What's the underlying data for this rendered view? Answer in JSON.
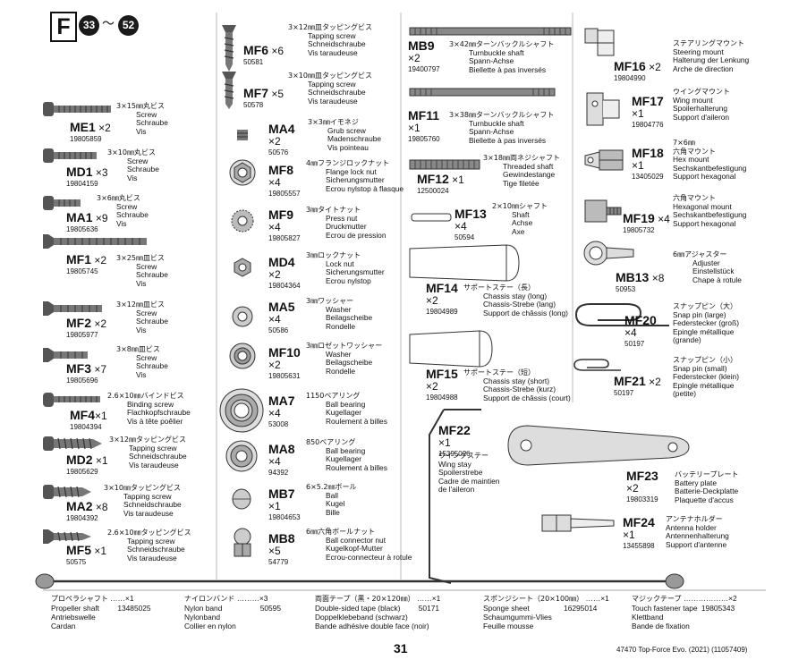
{
  "header": {
    "letter": "F",
    "step_from": "33",
    "tilde": "～",
    "step_to": "52"
  },
  "parts": {
    "mf6": {
      "code": "MF6",
      "qty": "×6",
      "num": "50581",
      "jp": "3×12㎜皿タッピングビス",
      "en": "Tapping screw",
      "de": "Schneidschraube",
      "fr": "Vis taraudeuse"
    },
    "mf7": {
      "code": "MF7",
      "qty": "×5",
      "num": "50578",
      "jp": "3×10㎜皿タッピングビス",
      "en": "Tapping screw",
      "de": "Schneidschraube",
      "fr": "Vis taraudeuse"
    },
    "me1": {
      "code": "ME1",
      "qty": "×2",
      "num": "19805859",
      "jp": "3×15㎜丸ビス",
      "en": "Screw",
      "de": "Schraube",
      "fr": "Vis"
    },
    "md1": {
      "code": "MD1",
      "qty": "×3",
      "num": "19804159",
      "jp": "3×10㎜丸ビス",
      "en": "Screw",
      "de": "Schraube",
      "fr": "Vis"
    },
    "ma1": {
      "code": "MA1",
      "qty": "×9",
      "num": "19805636",
      "jp": "3×6㎜丸ビス",
      "en": "Screw",
      "de": "Schraube",
      "fr": "Vis"
    },
    "mf1": {
      "code": "MF1",
      "qty": "×2",
      "num": "19805745",
      "jp": "3×25㎜皿ビス",
      "en": "Screw",
      "de": "Schraube",
      "fr": "Vis"
    },
    "mf2": {
      "code": "MF2",
      "qty": "×2",
      "num": "19805977",
      "jp": "3×12㎜皿ビス",
      "en": "Screw",
      "de": "Schraube",
      "fr": "Vis"
    },
    "mf3": {
      "code": "MF3",
      "qty": "×7",
      "num": "19805696",
      "jp": "3×8㎜皿ビス",
      "en": "Screw",
      "de": "Schraube",
      "fr": "Vis"
    },
    "mf4": {
      "code": "MF4",
      "qty": "×1",
      "num": "19804394",
      "jp": "2.6×10㎜バインドビス",
      "en": "Binding screw",
      "de": "Flachkopfschraube",
      "fr": "Vis à tête poêlier"
    },
    "md2": {
      "code": "MD2",
      "qty": "×1",
      "num": "19805629",
      "jp": "3×12㎜タッピングビス",
      "en": "Tapping screw",
      "de": "Schneidschraube",
      "fr": "Vis taraudeuse"
    },
    "ma2": {
      "code": "MA2",
      "qty": "×8",
      "num": "19804392",
      "jp": "3×10㎜タッピングビス",
      "en": "Tapping screw",
      "de": "Schneidschraube",
      "fr": "Vis taraudeuse"
    },
    "mf5": {
      "code": "MF5",
      "qty": "×1",
      "num": "50575",
      "jp": "2.6×10㎜タッピングビス",
      "en": "Tapping screw",
      "de": "Schneidschraube",
      "fr": "Vis taraudeuse"
    },
    "ma4": {
      "code": "MA4",
      "qty": "×2",
      "num": "50576",
      "jp": "3×3㎜イモネジ",
      "en": "Grub screw",
      "de": "Madenschraube",
      "fr": "Vis pointeau"
    },
    "mf8": {
      "code": "MF8",
      "qty": "×4",
      "num": "19805557",
      "jp": "4㎜フランジロックナット",
      "en": "Flange lock nut",
      "de": "Sicherungsmutter",
      "fr": "Ecrou nylstop à flasque"
    },
    "mf9": {
      "code": "MF9",
      "qty": "×4",
      "num": "19805827",
      "jp": "3㎜タイトナット",
      "en": "Press nut",
      "de": "Druckmutter",
      "fr": "Ecrou de pression"
    },
    "md4": {
      "code": "MD4",
      "qty": "×2",
      "num": "19804364",
      "jp": "3㎜ロックナット",
      "en": "Lock nut",
      "de": "Sicherungsmutter",
      "fr": "Ecrou nylstop"
    },
    "ma5": {
      "code": "MA5",
      "qty": "×4",
      "num": "50586",
      "jp": "3㎜ワッシャー",
      "en": "Washer",
      "de": "Beilagscheibe",
      "fr": "Rondelle"
    },
    "mf10": {
      "code": "MF10",
      "qty": "×2",
      "num": "19805631",
      "jp": "3㎜ロゼットワッシャー",
      "en": "Washer",
      "de": "Beilagscheibe",
      "fr": "Rondelle"
    },
    "ma7": {
      "code": "MA7",
      "qty": "×4",
      "num": "53008",
      "jp": "1150ベアリング",
      "en": "Ball bearing",
      "de": "Kugellager",
      "fr": "Roulement à billes"
    },
    "ma8": {
      "code": "MA8",
      "qty": "×4",
      "num": "94392",
      "jp": "850ベアリング",
      "en": "Ball bearing",
      "de": "Kugellager",
      "fr": "Roulement à billes"
    },
    "mb7": {
      "code": "MB7",
      "qty": "×1",
      "num": "19804653",
      "jp": "6×5.2㎜ボール",
      "en": "Ball",
      "de": "Kugel",
      "fr": "Bille"
    },
    "mb8": {
      "code": "MB8",
      "qty": "×5",
      "num": "54779",
      "jp": "6㎜六角ボールナット",
      "en": "Ball connector nut",
      "de": "Kugelkopf-Mutter",
      "fr": "Ecrou-connecteur à rotule"
    },
    "mb9": {
      "code": "MB9",
      "qty": "×2",
      "num": "19400797",
      "jp": "3×42㎜ターンバックルシャフト",
      "en": "Turnbuckle shaft",
      "de": "Spann-Achse",
      "fr": "Biellette à pas inversés"
    },
    "mf11": {
      "code": "MF11",
      "qty": "×1",
      "num": "19805760",
      "jp": "3×38㎜ターンバックルシャフト",
      "en": "Turnbuckle shaft",
      "de": "Spann-Achse",
      "fr": "Biellette à pas inversés"
    },
    "mf12": {
      "code": "MF12",
      "qty": "×1",
      "num": "12500024",
      "jp": "3×18㎜両ネジシャフト",
      "en": "Threaded shaft",
      "de": "Gewindestange",
      "fr": "Tige filetée"
    },
    "mf13": {
      "code": "MF13",
      "qty": "×4",
      "num": "50594",
      "jp": "2×10㎜シャフト",
      "en": "Shaft",
      "de": "Achse",
      "fr": "Axe"
    },
    "mf14": {
      "code": "MF14",
      "qty": "×2",
      "num": "19804989",
      "jp": "サポートステー（長）",
      "en": "Chassis stay (long)",
      "de": "Chassis-Strebe (lang)",
      "fr": "Support de châssis (long)"
    },
    "mf15": {
      "code": "MF15",
      "qty": "×2",
      "num": "19804988",
      "jp": "サポートステー（短）",
      "en": "Chassis stay (short)",
      "de": "Chassis-Strebe (kurz)",
      "fr": "Support de châssis (court)"
    },
    "mf22": {
      "code": "MF22",
      "qty": "×1",
      "num": "15395026",
      "jp": "ウイングステー",
      "en": "Wing stay",
      "de": "Spoilerstrebe",
      "fr1": "Cadre de maintien",
      "fr2": "de l'aileron"
    },
    "mf16": {
      "code": "MF16",
      "qty": "×2",
      "num": "19804990",
      "en": "Steering mount",
      "de": "Halterung der Lenkung",
      "fr": "Arche de direction",
      "jp": "ステアリングマウント"
    },
    "mf17": {
      "code": "MF17",
      "qty": "×1",
      "num": "19804776",
      "jp": "ウイングマウント",
      "en": "Wing mount",
      "de": "Spoilerhalterung",
      "fr": "Support d'aileron"
    },
    "mf18": {
      "code": "MF18",
      "qty": "×1",
      "num": "13405029",
      "jp1": "7×6㎜",
      "jp2": "六角マウント",
      "en": "Hex mount",
      "de": "Sechskantbefestigung",
      "fr": "Support hexagonal"
    },
    "mf19": {
      "code": "MF19",
      "qty": "×4",
      "num": "19805732",
      "jp": "六角マウント",
      "en": "Hexagonal mount",
      "de": "Sechskantbefestigung",
      "fr": "Support hexagonal"
    },
    "mb13": {
      "code": "MB13",
      "qty": "×8",
      "num": "50953",
      "jp": "6㎜アジャスター",
      "en": "Adjuster",
      "de": "Einstellstück",
      "fr": "Chape à rotule"
    },
    "mf20": {
      "code": "MF20",
      "qty": "×4",
      "num": "50197",
      "jp": "スナップピン（大）",
      "en": "Snap pin (large)",
      "de": "Federstecker (groß)",
      "fr1": "Epingle métallique",
      "fr2": "(grande)"
    },
    "mf21": {
      "code": "MF21",
      "qty": "×2",
      "num": "50197",
      "jp": "スナップピン（小）",
      "en": "Snap pin (small)",
      "de": "Federstecker (klein)",
      "fr1": "Epingle métallique",
      "fr2": "(petite)"
    },
    "mf23": {
      "code": "MF23",
      "qty": "×2",
      "num": "19803319",
      "jp": "バッテリープレート",
      "en": "Battery plate",
      "de": "Batterie-Deckplatte",
      "fr": "Plaquette d'accus"
    },
    "mf24": {
      "code": "MF24",
      "qty": "×1",
      "num": "13455898",
      "jp": "アンテナホルダー",
      "en": "Antenna holder",
      "de": "Antennenhalterung",
      "fr": "Support d'antenne"
    }
  },
  "bottom": {
    "propeller": {
      "jp": "プロペラシャフト",
      "dots": "……×1",
      "en": "Propeller shaft",
      "num": "13485025",
      "de": "Antriebswelle",
      "fr": "Cardan"
    },
    "nylon": {
      "jp": "ナイロンバンド",
      "dots": "………×3",
      "en": "Nylon band",
      "num": "50595",
      "de": "Nylonband",
      "fr": "Collier en nylon"
    },
    "tape": {
      "jp": "両面テープ（黒・20×120㎜）",
      "dots": "……×1",
      "en": "Double-sided tape (black)",
      "num": "50171",
      "de": "Doppelklebeband (schwarz)",
      "fr": "Bande adhésive double face (noir)"
    },
    "sponge": {
      "jp": "スポンジシート（20×100㎜）",
      "dots": "……×1",
      "en": "Sponge sheet",
      "num": "16295014",
      "de": "Schaumgummi-Vlies",
      "fr": "Feuille mousse"
    },
    "magic": {
      "jp": "マジックテープ",
      "dots": "………………×2",
      "en": "Touch fastener tape",
      "num": "19805343",
      "de": "Klettband",
      "fr": "Bande de fixation"
    }
  },
  "page_number": "31",
  "footer": "47470 Top-Force Evo. (2021) (11057409)"
}
